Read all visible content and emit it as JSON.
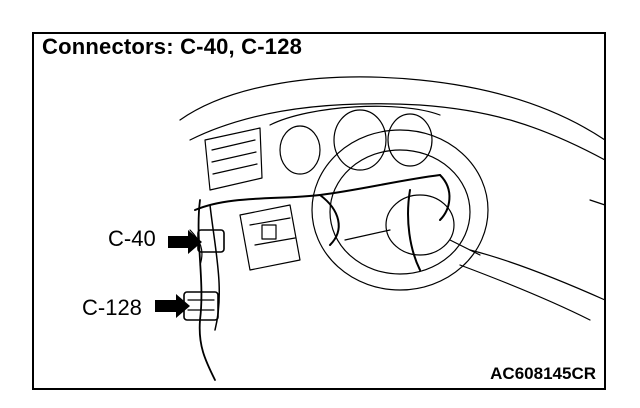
{
  "title": "Connectors: C-40, C-128",
  "callouts": {
    "c40": "C-40",
    "c128": "C-128"
  },
  "figure_code": "AC608145CR"
}
